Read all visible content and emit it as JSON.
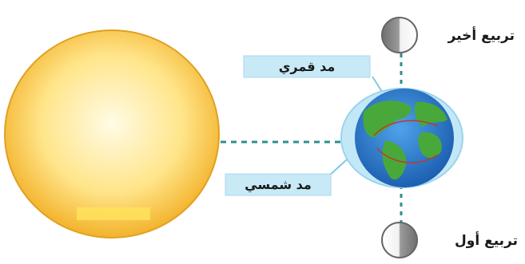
{
  "labels": {
    "last_quarter": "تربيع أخير",
    "first_quarter": "تربيع أول",
    "lunar_tide": "مد قمري",
    "solar_tide": "مد شمسي"
  },
  "colors": {
    "sun_core": "#fff6c8",
    "sun_edge": "#f2b21d",
    "tide_bulge": "#bfe7f6",
    "ocean": "#1f74c7",
    "land": "#49a83a",
    "dashed_line": "#2f8f8a",
    "label_box": "#c8e9f6",
    "moon_light": "#f4f4f4",
    "moon_dark": "#8e8e8e"
  },
  "icons": [
    "sun-icon",
    "earth-icon",
    "moon-icon"
  ]
}
